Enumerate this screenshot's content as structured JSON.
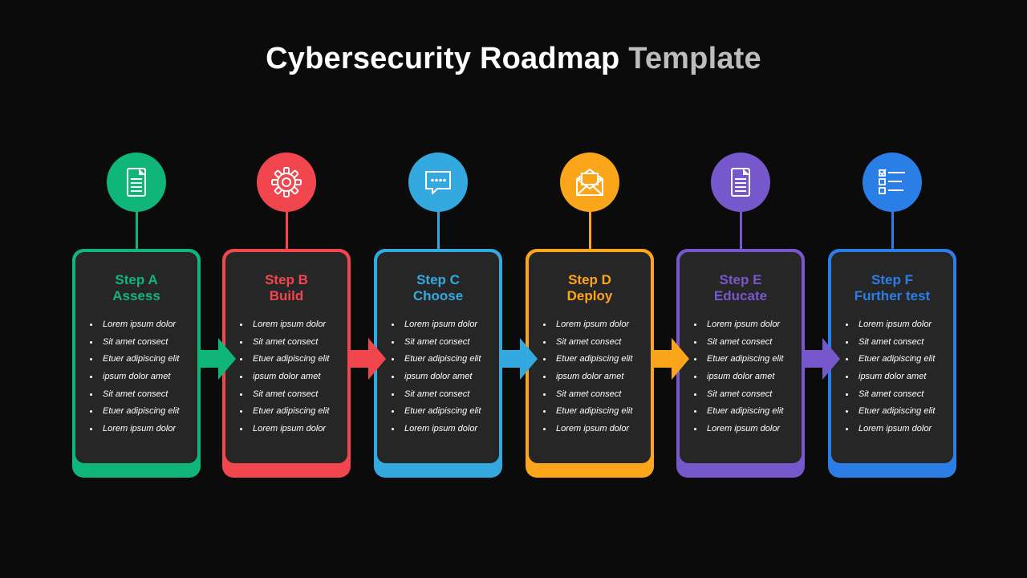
{
  "title": {
    "main": "Cybersecurity Roadmap",
    "accent": "Template"
  },
  "steps": [
    {
      "label": "Step A",
      "name": "Assess",
      "color": "#10b57a",
      "icon": "document-icon",
      "items": [
        "Lorem ipsum dolor",
        "Sit amet consect",
        "Etuer adipiscing elit",
        "ipsum dolor amet",
        "Sit amet consect",
        "Etuer adipiscing elit",
        "Lorem ipsum dolor"
      ]
    },
    {
      "label": "Step B",
      "name": "Build",
      "color": "#f2464f",
      "icon": "gear-icon",
      "items": [
        "Lorem ipsum dolor",
        "Sit amet consect",
        "Etuer adipiscing elit",
        "ipsum dolor amet",
        "Sit amet consect",
        "Etuer adipiscing elit",
        "Lorem ipsum dolor"
      ]
    },
    {
      "label": "Step C",
      "name": "Choose",
      "color": "#33a9df",
      "icon": "chat-icon",
      "items": [
        "Lorem ipsum dolor",
        "Sit amet consect",
        "Etuer adipiscing elit",
        "ipsum dolor amet",
        "Sit amet consect",
        "Etuer adipiscing elit",
        "Lorem ipsum dolor"
      ]
    },
    {
      "label": "Step D",
      "name": "Deploy",
      "color": "#fba51a",
      "icon": "envelope-icon",
      "items": [
        "Lorem ipsum dolor",
        "Sit amet consect",
        "Etuer adipiscing elit",
        "ipsum dolor amet",
        "Sit amet consect",
        "Etuer adipiscing elit",
        "Lorem ipsum dolor"
      ]
    },
    {
      "label": "Step E",
      "name": "Educate",
      "color": "#7757cc",
      "icon": "document-icon",
      "items": [
        "Lorem ipsum dolor",
        "Sit amet consect",
        "Etuer adipiscing elit",
        "ipsum dolor amet",
        "Sit amet consect",
        "Etuer adipiscing elit",
        "Lorem ipsum dolor"
      ]
    },
    {
      "label": "Step F",
      "name": "Further test",
      "color": "#2b7ee6",
      "icon": "checklist-icon",
      "items": [
        "Lorem ipsum dolor",
        "Sit amet consect",
        "Etuer adipiscing elit",
        "ipsum dolor amet",
        "Sit amet consect",
        "Etuer adipiscing elit",
        "Lorem ipsum dolor"
      ]
    }
  ]
}
